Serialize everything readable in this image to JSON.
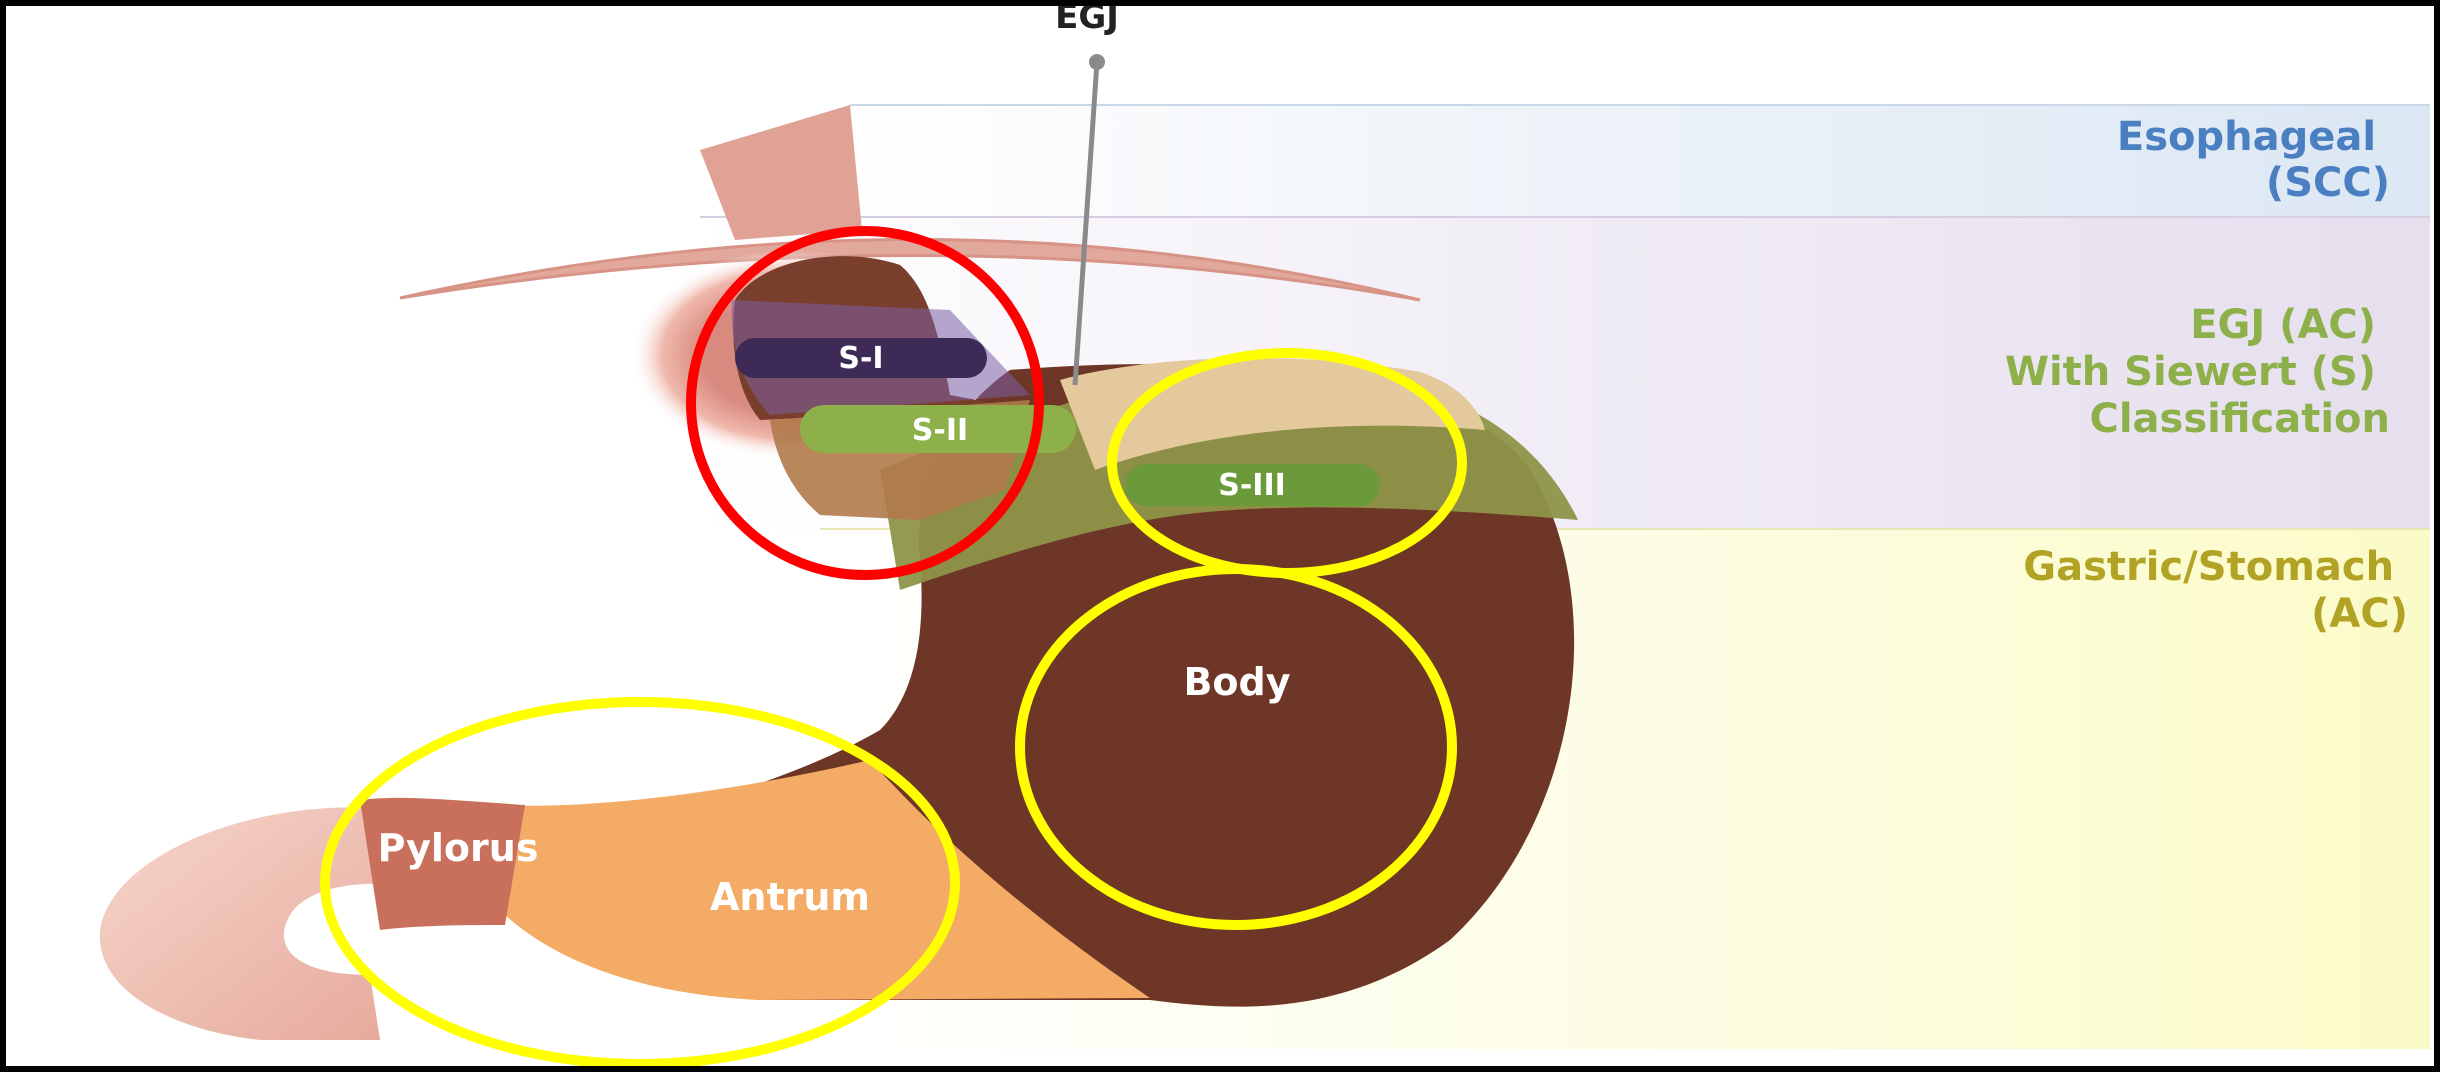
{
  "diagram": {
    "pointer_label": "EGJ",
    "bands": [
      {
        "lines": [
          "Esophageal",
          "(SCC)"
        ],
        "color": "#4a7fc1"
      },
      {
        "lines": [
          "EGJ (AC)",
          "With Siewert (S)",
          "Classification"
        ],
        "color": "#8db04a"
      },
      {
        "lines": [
          "Gastric/Stomach",
          "(AC)"
        ],
        "color": "#b2a226"
      }
    ],
    "regions": {
      "s1": "S-I",
      "s2": "S-II",
      "s3": "S-III",
      "body": "Body",
      "pylorus": "Pylorus",
      "antrum": "Antrum"
    },
    "highlight_colors": {
      "red": "#ff0000",
      "yellow": "#ffff00"
    }
  }
}
